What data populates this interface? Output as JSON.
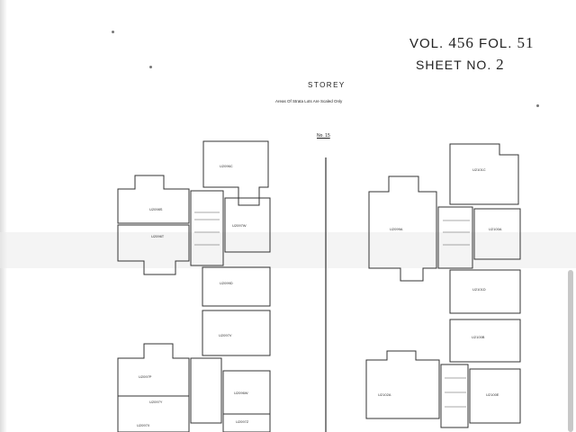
{
  "header": {
    "vol_prefix": "VOL.",
    "vol_number": "456",
    "fol_prefix": "FOL.",
    "fol_number": "51",
    "sheet_prefix": "SHEET NO.",
    "sheet_number": "2"
  },
  "storey_label": "STOREY",
  "areas_note": "Areas Of Strata Lots Are Scaled Only",
  "floor_number": "No. 15",
  "lot_labels": {
    "l1": "U2096C",
    "l2": "U2098S",
    "l3": "U2096T",
    "l4": "U2097W",
    "l5": "U2099D",
    "l6": "U2097V",
    "l7": "U2097P",
    "l8": "U2096W",
    "l9": "U2097Y",
    "l10": "U2097Z",
    "l11": "U2097X",
    "r1": "U2101C",
    "r2": "U2099A",
    "r3": "U2100A",
    "r4": "U2101D",
    "r5": "U2100B",
    "r6": "U2102A",
    "r7": "U2100E"
  }
}
